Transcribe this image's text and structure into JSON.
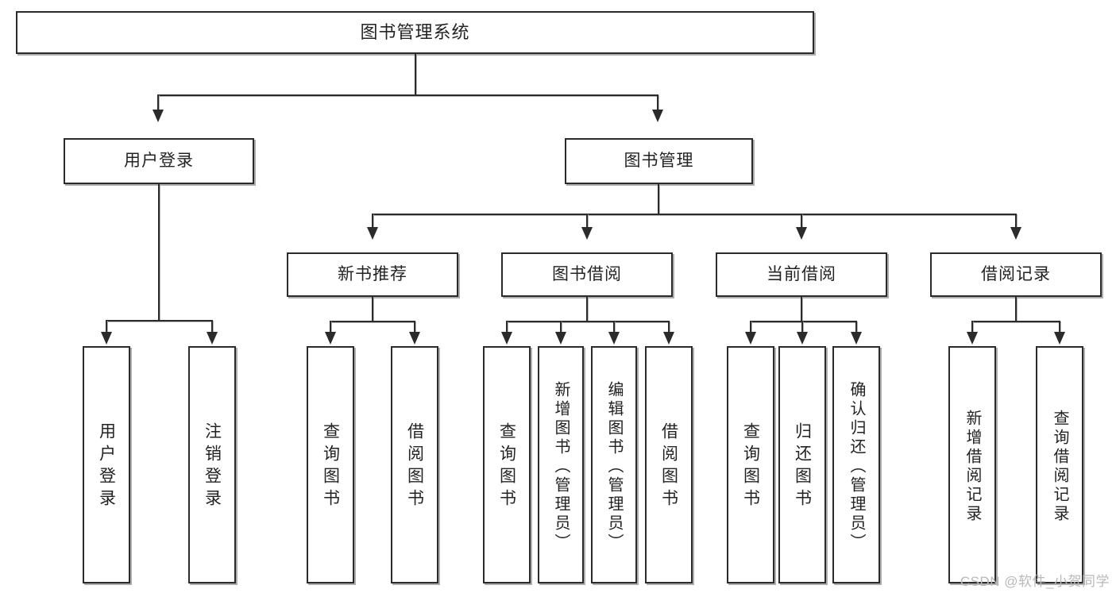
{
  "diagram": {
    "type": "tree-hierarchy",
    "title": "图书管理系统",
    "root": {
      "id": "root",
      "label": "图书管理系统",
      "orientation": "horizontal"
    },
    "level2": [
      {
        "id": "user-login",
        "label": "用户登录",
        "orientation": "horizontal"
      },
      {
        "id": "book-manage",
        "label": "图书管理",
        "orientation": "horizontal"
      }
    ],
    "level3": [
      {
        "id": "new-book-recommend",
        "label": "新书推荐",
        "orientation": "horizontal",
        "parent": "book-manage"
      },
      {
        "id": "book-borrow",
        "label": "图书借阅",
        "orientation": "horizontal",
        "parent": "book-manage"
      },
      {
        "id": "current-borrow",
        "label": "当前借阅",
        "orientation": "horizontal",
        "parent": "book-manage"
      },
      {
        "id": "borrow-record",
        "label": "借阅记录",
        "orientation": "horizontal",
        "parent": "book-manage"
      }
    ],
    "leaves": [
      {
        "id": "leaf-user-login",
        "label": "用户登录",
        "parent": "user-login",
        "orientation": "vertical"
      },
      {
        "id": "leaf-user-logout",
        "label": "注销登录",
        "parent": "user-login",
        "orientation": "vertical"
      },
      {
        "id": "leaf-query-book-1",
        "label": "查询图书",
        "parent": "new-book-recommend",
        "orientation": "vertical"
      },
      {
        "id": "leaf-borrow-book-1",
        "label": "借阅图书",
        "parent": "new-book-recommend",
        "orientation": "vertical"
      },
      {
        "id": "leaf-query-book-2",
        "label": "查询图书",
        "parent": "book-borrow",
        "orientation": "vertical"
      },
      {
        "id": "leaf-add-book",
        "label": "新增图书（管理员）",
        "parent": "book-borrow",
        "orientation": "vertical"
      },
      {
        "id": "leaf-edit-book",
        "label": "编辑图书（管理员）",
        "parent": "book-borrow",
        "orientation": "vertical"
      },
      {
        "id": "leaf-borrow-book-2",
        "label": "借阅图书",
        "parent": "book-borrow",
        "orientation": "vertical"
      },
      {
        "id": "leaf-query-book-3",
        "label": "查询图书",
        "parent": "current-borrow",
        "orientation": "vertical"
      },
      {
        "id": "leaf-return-book",
        "label": "归还图书",
        "parent": "current-borrow",
        "orientation": "vertical"
      },
      {
        "id": "leaf-confirm-return",
        "label": "确认归还（管理员）",
        "parent": "current-borrow",
        "orientation": "vertical"
      },
      {
        "id": "leaf-add-record",
        "label": "新增借阅记录",
        "parent": "borrow-record",
        "orientation": "vertical"
      },
      {
        "id": "leaf-query-record",
        "label": "查询借阅记录",
        "parent": "borrow-record",
        "orientation": "vertical"
      }
    ],
    "colors": {
      "stroke": "#2b2b2b",
      "fill": "#ffffff",
      "text": "#232323",
      "shadow": "#a0a0a0",
      "watermark": "#b9b9b9"
    }
  },
  "watermark": {
    "text": "CSDN @软件_小贺同学"
  }
}
